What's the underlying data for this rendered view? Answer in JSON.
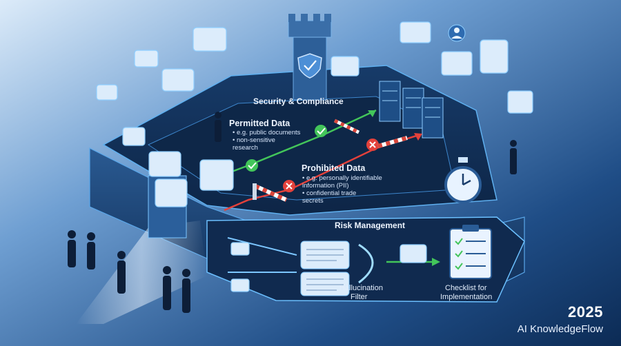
{
  "security": {
    "title": "Security & Compliance",
    "permitted": {
      "title": "Permitted Data",
      "bullets": [
        "• e.g. public documents",
        "• non-sensitive",
        "  research"
      ]
    },
    "prohibited": {
      "title": "Prohibited Data",
      "bullets": [
        "• e.g. personally identifiable",
        "  information (PII)",
        "• confidential trade",
        "  secrets"
      ]
    }
  },
  "risk": {
    "title": "Risk Management",
    "filter_label": [
      "Hallucination",
      "Filter"
    ],
    "checklist_label": [
      "Checklist for",
      "Implementation"
    ]
  },
  "brand": {
    "year": "2025",
    "name": "AI KnowledgeFlow"
  },
  "colors": {
    "bg_light": "#cfe3f7",
    "bg_dark": "#0d2f5c",
    "wall": "#173a66",
    "floor": "#0f2748",
    "bubble": "#dcecfb",
    "glow": "#7cc6ff",
    "allowed": "#43c55a",
    "blocked": "#e3413b",
    "barrier_stripe": "#d9453a"
  },
  "icons": [
    "shield-check-icon",
    "stopwatch-icon",
    "checklist-icon",
    "server-rack-icon",
    "user-icon",
    "check-icon",
    "x-icon"
  ]
}
